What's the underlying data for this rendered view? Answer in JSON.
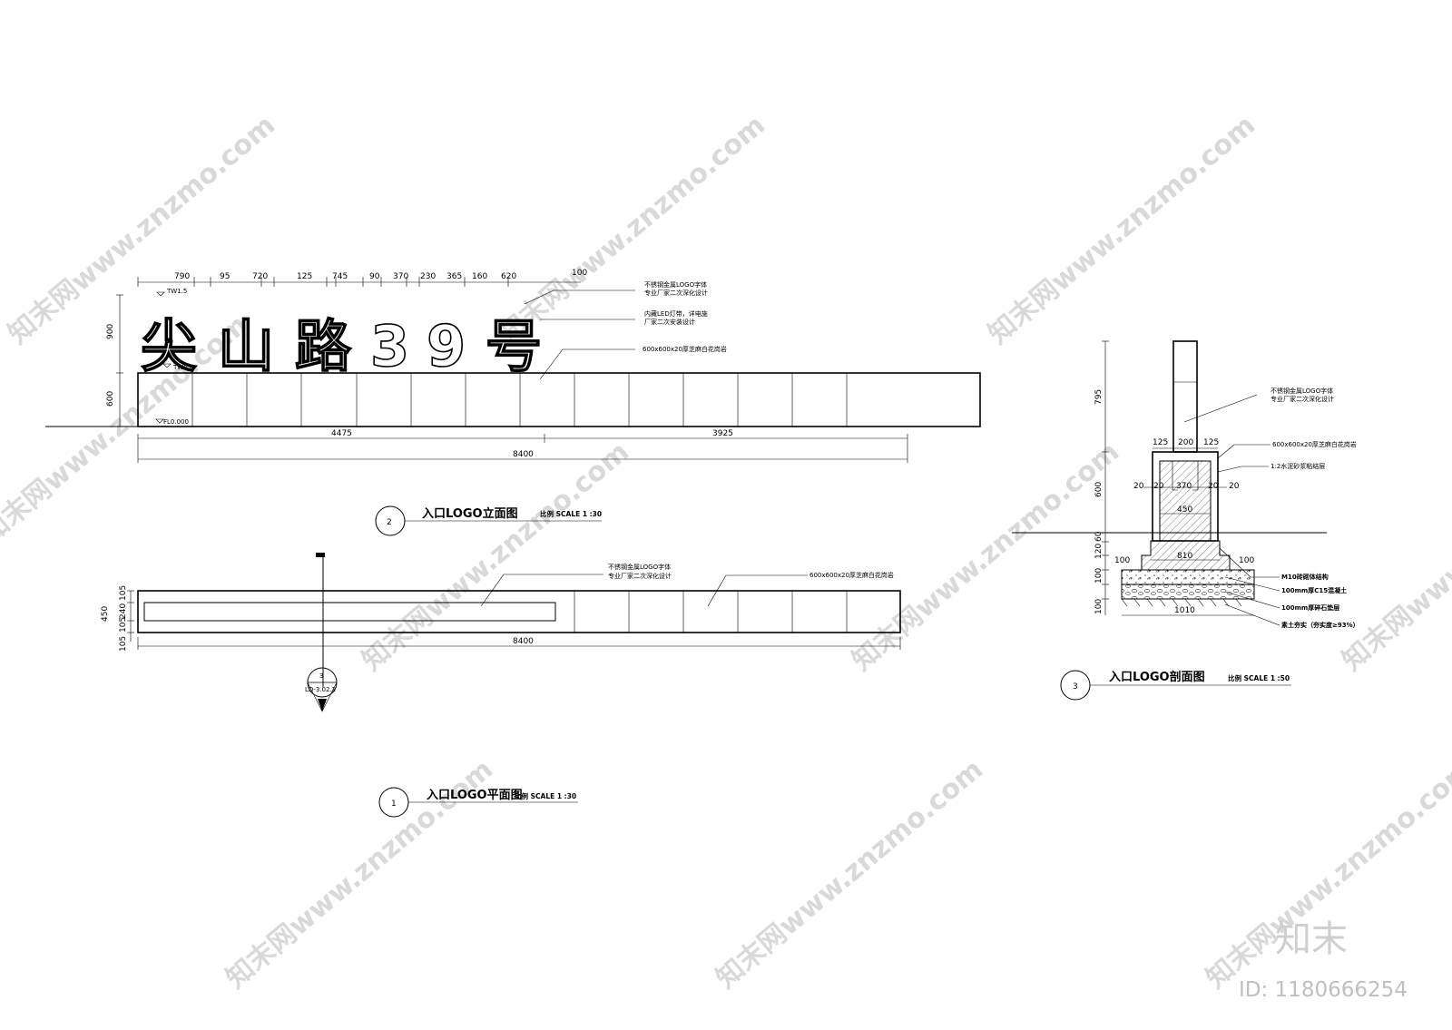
{
  "watermark": {
    "text": "知末网www.znzmo.com"
  },
  "brand": {
    "logo_text": "知末",
    "id_text": "ID: 1180666254"
  },
  "elevation": {
    "title": "入口LOGO立面图",
    "scale": "比例 SCALE 1 :30",
    "number": "2",
    "sign_chars": [
      "尖",
      "山",
      "路",
      "3",
      "9",
      "号"
    ],
    "top_dims": [
      "790",
      "95",
      "720",
      "125",
      "745",
      "90",
      "370",
      "230",
      "365",
      "160",
      "620",
      "100"
    ],
    "left_dims": [
      "900",
      "600"
    ],
    "bottom_dims": [
      "4475",
      "3925"
    ],
    "total_dim": "8400",
    "levels": [
      "TW1.5",
      "TW0.6",
      "FL0.000"
    ],
    "note1_line1": "不锈钢金属LOGO字体",
    "note1_line2": "专业厂家二次深化设计",
    "note2_line1": "内藏LED灯带，详电施",
    "note2_line2": "厂家二次安装设计",
    "note3": "600x600x20厚芝麻白花岗岩"
  },
  "plan": {
    "title": "入口LOGO平面图",
    "scale": "比例 SCALE 1 :30",
    "number": "1",
    "left_dims": [
      "450",
      "105",
      "240",
      "105",
      "105"
    ],
    "total_dim": "8400",
    "note1_line1": "不锈钢金属LOGO字体",
    "note1_line2": "专业厂家二次深化设计",
    "note2": "600x600x20厚芝麻白花岗岩",
    "section_marker_num": "3",
    "section_marker_ref": "LD-3.02.1"
  },
  "section": {
    "title": "入口LOGO剖面图",
    "scale": "比例 SCALE 1 :50",
    "number": "3",
    "left_dims": [
      "795",
      "600",
      "60",
      "120",
      "100",
      "100"
    ],
    "top_dims": [
      "125",
      "200",
      "125"
    ],
    "inner_dims": [
      "20",
      "20",
      "370",
      "20",
      "20"
    ],
    "width_450": "450",
    "width_810": "810",
    "width_1010": "1010",
    "side_100_left": "100",
    "side_100_right": "100",
    "note1_line1": "不锈钢金属LOGO字体",
    "note1_line2": "专业厂家二次深化设计",
    "note2": "600x600x20厚芝麻白花岗岩",
    "note3": "1:2水泥砂浆粘结层",
    "note4": "M10砖砌体结构",
    "note5": "100mm厚C15混凝土",
    "note6": "100mm厚碎石垫层",
    "note7": "素土夯实（夯实度≥93%）"
  }
}
